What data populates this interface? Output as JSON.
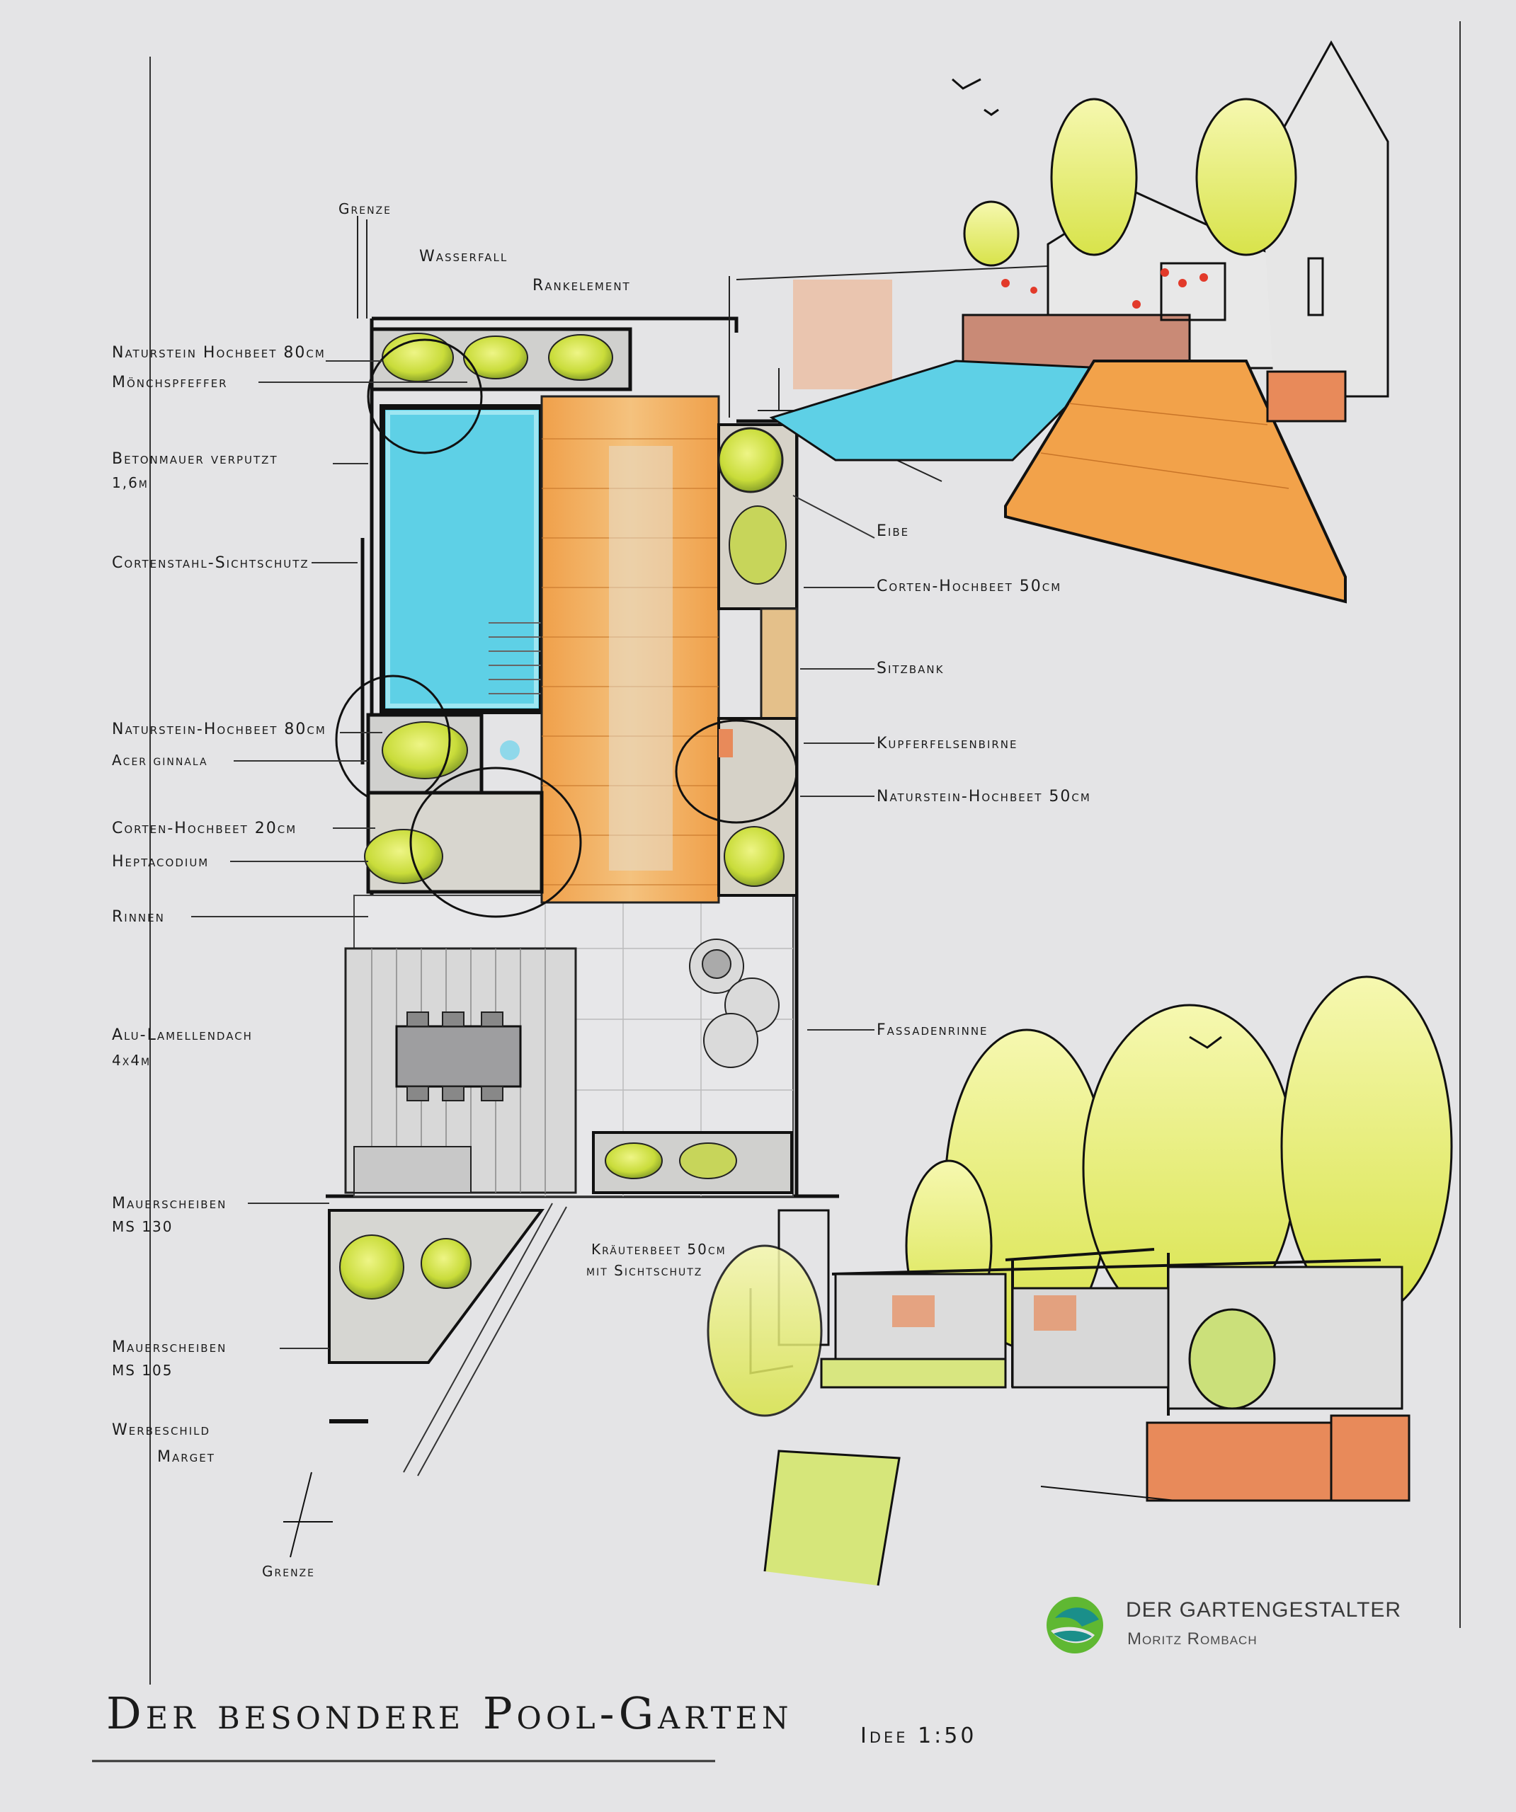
{
  "plan": {
    "title": "Der besondere Pool-Garten",
    "scale": "Idee 1:50",
    "labels": {
      "grenze_top": "Grenze",
      "wasserfall": "Wasserfall",
      "rankelement": "Rankelement",
      "naturstein_hochbeet_80_top": "Naturstein Hochbeet 80cm",
      "moenchspfeffer": "Mönchspfeffer",
      "betonmauer": "Betonmauer verputzt",
      "betonmauer_height": "1,6m",
      "cortenstahl": "Cortenstahl-Sichtschutz",
      "naturstein_hochbeet_80": "Naturstein-Hochbeet 80cm",
      "acer": "Acer ginnala",
      "corten_hochbeet_20": "Corten-Hochbeet 20cm",
      "heptacodium": "Heptacodium",
      "rinnen": "Rinnen",
      "alu_dach": "Alu-Lamellendach",
      "alu_dach_size": "4x4m",
      "mauerscheiben_130": "Mauerscheiben",
      "ms_130": "MS 130",
      "mauerscheiben_105": "Mauerscheiben",
      "ms_105": "MS 105",
      "werbeschild": "Werbeschild",
      "marget": "Marget",
      "grenze_bottom": "Grenze",
      "eibe": "Eibe",
      "corten_hochbeet_50": "Corten-Hochbeet 50cm",
      "sitzbank": "Sitzbank",
      "kupferfelsenbirne": "Kupferfelsenbirne",
      "naturstein_hochbeet_50": "Naturstein-Hochbeet 50cm",
      "fassadenrinne": "Fassadenrinne",
      "kraeuterbeet": "Kräuterbeet 50cm",
      "kraeuterbeet_2": "mit Sichtschutz"
    }
  },
  "brand": {
    "name": "DER GARTENGESTALTER",
    "person": "Moritz Rombach",
    "colors": {
      "green": "#5fb832",
      "teal": "#1a8f8a"
    }
  },
  "colors": {
    "paper": "#e4e4e6",
    "ink": "#1b1b1b",
    "water": "#5ed0e6",
    "wood": "#f2a24a",
    "foliage": "#d8e84a",
    "corten": "#e88a5a"
  }
}
